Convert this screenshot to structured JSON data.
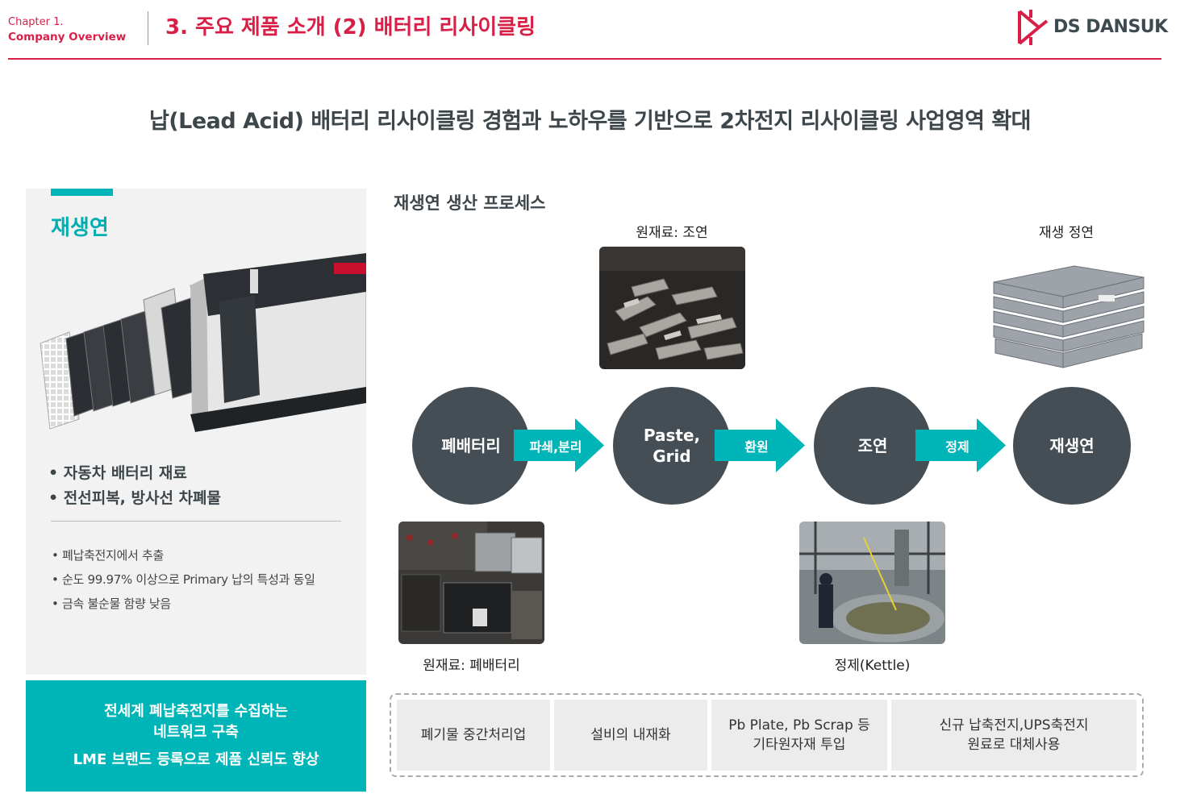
{
  "header": {
    "chapter_line1": "Chapter 1.",
    "chapter_line2": "Company Overview",
    "title": "3. 주요 제품 소개 (2) 배터리 리사이클링",
    "logo_text": "DS DANSUK",
    "accent_color": "#d81f47"
  },
  "headline": "납(Lead Acid) 배터리 리사이클링 경험과 노하우를 기반으로 2차전지 리사이클링 사업영역 확대",
  "left_panel": {
    "title": "재생연",
    "main_bullets": [
      "자동차 배터리 재료",
      "전선피복, 방사선 차폐물"
    ],
    "sub_bullets": [
      "폐납축전지에서 추출",
      "순도 99.97% 이상으로 Primary 납의 특성과 동일",
      "금속 불순물 함량 낮음"
    ],
    "teal_box": {
      "line1": "전세계 폐납축전지를 수집하는",
      "line2": "네트워크 구축",
      "line3": "LME 브랜드 등록으로 제품 신뢰도 향상"
    },
    "teal_color": "#00b5b8"
  },
  "process": {
    "title": "재생연 생산 프로세스",
    "captions": {
      "top_raw": "원재료: 조연",
      "top_product": "재생 정연",
      "bottom_raw": "원재료: 폐배터리",
      "bottom_kettle": "정제(Kettle)"
    },
    "steps": [
      "폐배터리",
      "Paste,\nGrid",
      "조연",
      "재생연"
    ],
    "arrows": [
      "파쇄,분리",
      "환원",
      "정제"
    ]
  },
  "benefits": [
    {
      "line1": "폐기물 중간처리업",
      "line2": ""
    },
    {
      "line1": "설비의 내재화",
      "line2": ""
    },
    {
      "line1": "Pb Plate, Pb Scrap 등",
      "line2": "기타원자재 투입"
    },
    {
      "line1": "신규 납축전지,UPS축전지",
      "line2": "원료로 대체사용"
    }
  ]
}
